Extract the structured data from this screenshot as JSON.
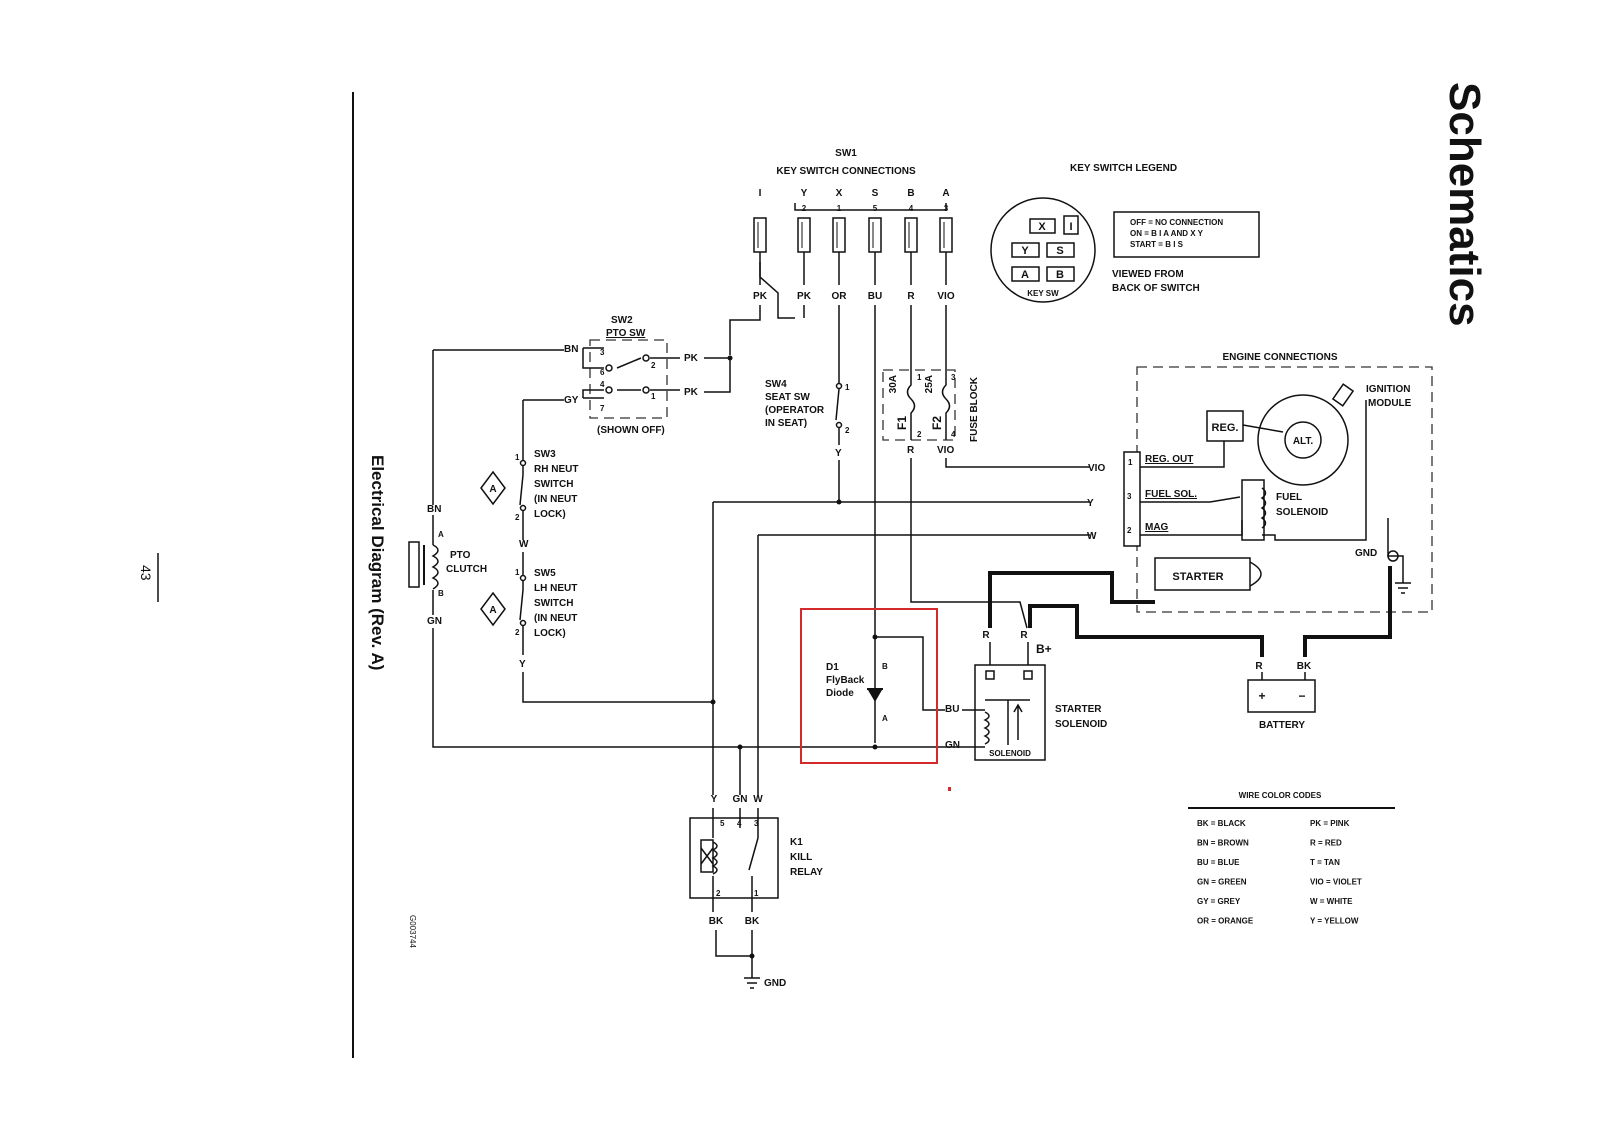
{
  "page": {
    "title": "Schematics",
    "subtitle": "Electrical Diagram (Rev. A)",
    "page_number": "43",
    "drawing_id": "G003744"
  },
  "sw1": {
    "id": "SW1",
    "title": "KEY SWITCH CONNECTIONS",
    "terminals": [
      {
        "letter": "I",
        "num": "",
        "wire": "PK"
      },
      {
        "letter": "Y",
        "num": "2",
        "wire": "PK"
      },
      {
        "letter": "X",
        "num": "1",
        "wire": "OR"
      },
      {
        "letter": "S",
        "num": "5",
        "wire": "BU"
      },
      {
        "letter": "B",
        "num": "4",
        "wire": "R"
      },
      {
        "letter": "A",
        "num": "3",
        "wire": "VIO"
      }
    ]
  },
  "legend": {
    "title": "KEY SWITCH LEGEND",
    "keys": [
      "X",
      "I",
      "Y",
      "S",
      "A",
      "B"
    ],
    "key_label": "KEY SW",
    "rows": [
      "OFF = NO CONNECTION",
      "ON = B I A AND X Y",
      "START = B I S"
    ],
    "viewed1": "VIEWED FROM",
    "viewed2": "BACK OF SWITCH"
  },
  "sw2": {
    "id": "SW2",
    "name": "PTO SW",
    "state": "(SHOWN OFF)",
    "wire_bn": "BN",
    "wire_gy": "GY",
    "wire_pk1": "PK",
    "wire_pk2": "PK",
    "pins": [
      "3",
      "6",
      "2",
      "4",
      "7",
      "1"
    ]
  },
  "sw3": {
    "id": "SW3",
    "l1": "RH NEUT",
    "l2": "SWITCH",
    "l3": "(IN NEUT",
    "l4": "LOCK)",
    "p1": "1",
    "p2": "2"
  },
  "sw5": {
    "id": "SW5",
    "l1": "LH NEUT",
    "l2": "SWITCH",
    "l3": "(IN NEUT",
    "l4": "LOCK)",
    "p1": "1",
    "p2": "2"
  },
  "sw4": {
    "id": "SW4",
    "l1": "SEAT SW",
    "l2": "(OPERATOR",
    "l3": "IN SEAT)",
    "p1": "1",
    "p2": "2",
    "wire_y": "Y"
  },
  "pto_clutch": {
    "l1": "PTO",
    "l2": "CLUTCH",
    "wire_bn": "BN",
    "wire_gn": "GN",
    "pin_a": "A",
    "pin_b": "B"
  },
  "wires_misc": {
    "w": "W",
    "y": "Y"
  },
  "fuse_block": {
    "label": "FUSE BLOCK",
    "f1": "F1",
    "f1_rating": "30A",
    "f2": "F2",
    "f2_rating": "25A",
    "wire_r": "R",
    "wire_vio": "VIO",
    "p1": "1",
    "p2": "2",
    "p3": "3",
    "p4": "4"
  },
  "engine": {
    "title": "ENGINE CONNECTIONS",
    "reg": "REG.",
    "alt": "ALT.",
    "ignition1": "IGNITION",
    "ignition2": "MODULE",
    "fuel1": "FUEL",
    "fuel2": "SOLENOID",
    "starter": "STARTER",
    "gnd": "GND",
    "conn": [
      {
        "pin": "1",
        "name": "REG. OUT",
        "wire": "VIO"
      },
      {
        "pin": "3",
        "name": "FUEL SOL.",
        "wire": "Y"
      },
      {
        "pin": "2",
        "name": "MAG",
        "wire": "W"
      }
    ]
  },
  "d1": {
    "l1": "D1",
    "l2": "FlyBack",
    "l3": "Diode",
    "pin_b": "B",
    "pin_a": "A"
  },
  "starter_solenoid": {
    "l1": "STARTER",
    "l2": "SOLENOID",
    "inner": "SOLENOID",
    "wire_bu": "BU",
    "wire_gn": "GN",
    "wire_r1": "R",
    "wire_r2": "R",
    "bplus": "B+"
  },
  "battery": {
    "label": "BATTERY",
    "wire_r": "R",
    "wire_bk": "BK"
  },
  "k1": {
    "l1": "K1",
    "l2": "KILL",
    "l3": "RELAY",
    "wire_y": "Y",
    "wire_gn": "GN",
    "wire_w": "W",
    "wire_bk1": "BK",
    "wire_bk2": "BK",
    "p5": "5",
    "p4": "4",
    "p3": "3",
    "p2": "2",
    "p1": "1",
    "gnd": "GND"
  },
  "color_codes": {
    "title": "WIRE COLOR CODES",
    "left": [
      "BK = BLACK",
      "BN = BROWN",
      "BU = BLUE",
      "GN = GREEN",
      "GY = GREY",
      "OR = ORANGE"
    ],
    "right": [
      "PK = PINK",
      "R = RED",
      "T = TAN",
      "VIO = VIOLET",
      "W = WHITE",
      "Y = YELLOW"
    ]
  },
  "colors": {
    "ink": "#111111",
    "highlight": "#d42a2a"
  }
}
